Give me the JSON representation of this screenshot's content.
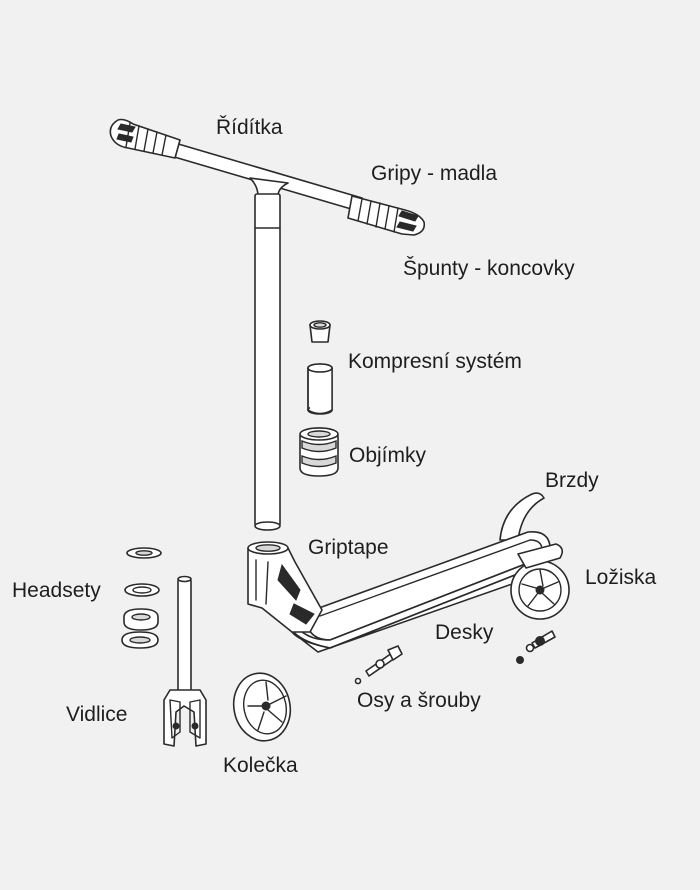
{
  "labels": {
    "riditka": "Řídítka",
    "gripy": "Gripy - madla",
    "spunty": "Špunty - koncovky",
    "kompresni": "Kompresní systém",
    "objimky": "Objímky",
    "brzdy": "Brzdy",
    "griptape": "Griptape",
    "loziska": "Ložiska",
    "headsety": "Headsety",
    "desky": "Desky",
    "osy": "Osy a šrouby",
    "vidlice": "Vidlice",
    "kolecka": "Kolečka"
  },
  "colors": {
    "background": "#f1f1f1",
    "line": "#2a2a2a",
    "text": "#1e1e1e"
  }
}
